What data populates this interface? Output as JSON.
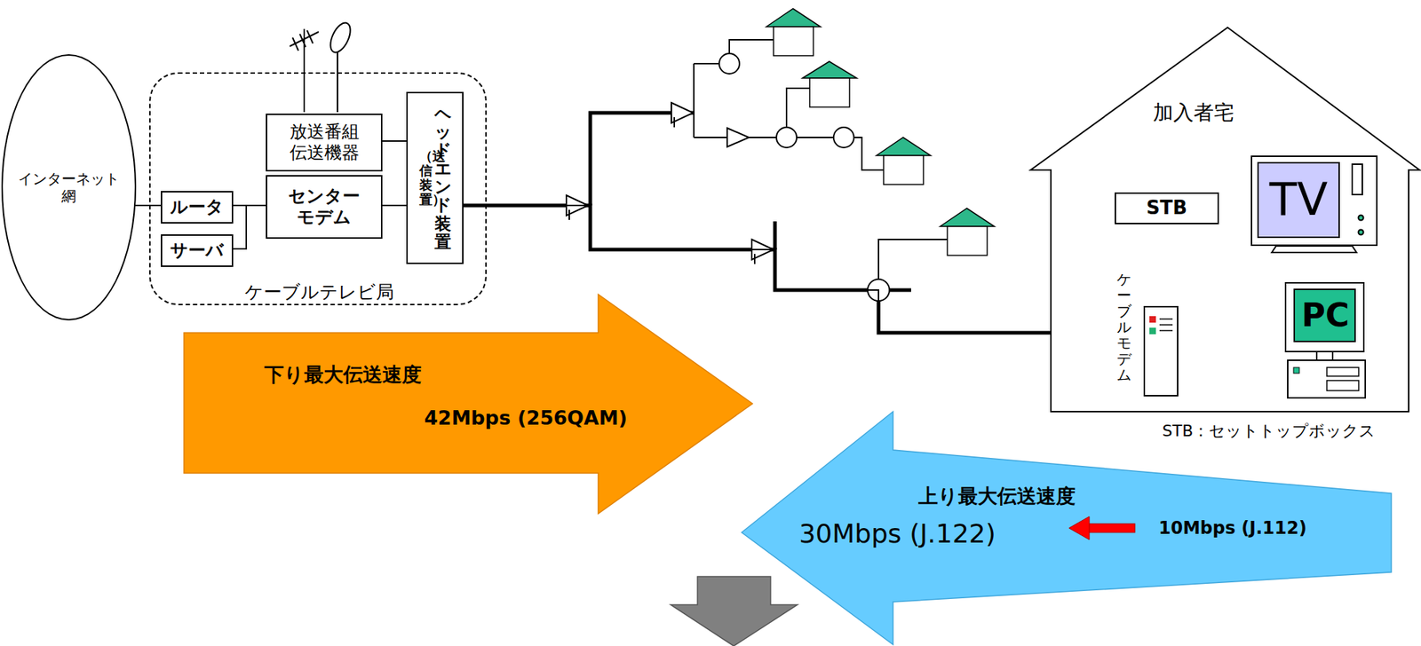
{
  "diagram": {
    "nodes": [
      {
        "text": [
          "インターネット 網"
        ]
      },
      {
        "text": [
          "ケーブルテレビ局"
        ]
      },
      {
        "text": [
          "放送番組 伝送機器"
        ],
        "in": 1
      },
      {
        "text": [
          "ルータ"
        ],
        "in": 1
      },
      {
        "text": [
          "センター モデム"
        ],
        "in": 1
      },
      {
        "text": [
          "サーバ"
        ],
        "in": 1
      },
      {
        "text": [
          "ヘッドエンド装置",
          "（送信装置）"
        ],
        "in": 1
      },
      {
        "text": [
          "加入者宅"
        ]
      },
      {
        "text": [
          "STB"
        ],
        "in": 7
      },
      {
        "text": [
          "TV"
        ],
        "in": 7
      },
      {
        "text": [
          "ケーブルモデム"
        ],
        "in": 7
      },
      {
        "text": [
          "PC"
        ],
        "in": 7
      },
      {
        "text": [
          "下り最大伝送速度",
          "42Mbps (256QAM)"
        ]
      },
      {
        "text": [
          "上り最大伝送速度",
          "30Mbps (J.122)",
          "10Mbps (J.112)"
        ]
      }
    ],
    "edges": [
      {
        "from": 0,
        "to": 3,
        "arrow": "none"
      },
      {
        "from": 3,
        "to": 4,
        "arrow": "none"
      },
      {
        "from": 5,
        "to": 4,
        "arrow": "none"
      },
      {
        "from": 2,
        "to": 6,
        "arrow": "none"
      },
      {
        "from": 4,
        "to": 6,
        "arrow": "none"
      },
      {
        "from": 6,
        "to": 8,
        "arrow": "none"
      },
      {
        "from": 6,
        "to": 10,
        "arrow": "none"
      },
      {
        "from": 8,
        "to": 9,
        "arrow": "none"
      },
      {
        "from": 10,
        "to": 11,
        "arrow": "none"
      }
    ],
    "labels": [
      "STB：セットトップボックス"
    ]
  }
}
